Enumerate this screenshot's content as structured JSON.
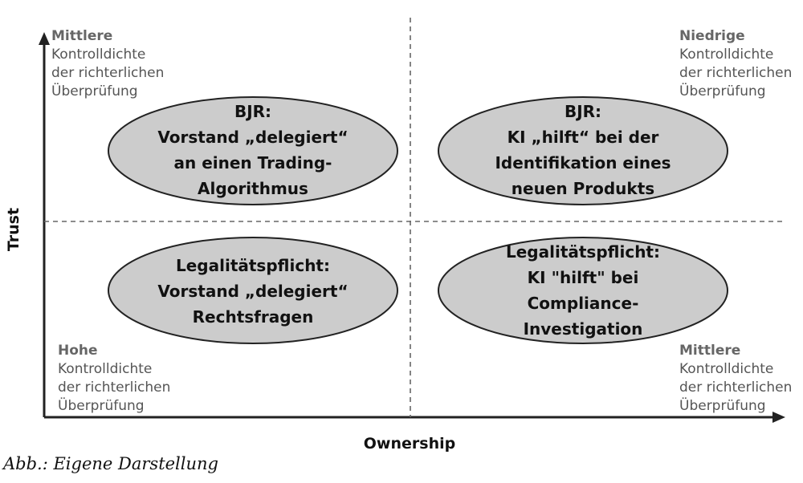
{
  "axes": {
    "y_label": "Trust",
    "x_label": "Ownership"
  },
  "corners": {
    "top_left": {
      "level": "Mittlere",
      "lines": [
        "Kontrolldichte",
        "der richterlichen",
        "Überprüfung"
      ]
    },
    "top_right": {
      "level": "Niedrige",
      "lines": [
        "Kontrolldichte",
        "der richterlichen",
        "Überprüfung"
      ]
    },
    "bottom_left": {
      "level": "Hohe",
      "lines": [
        "Kontrolldichte",
        "der richterlichen",
        "Überprüfung"
      ]
    },
    "bottom_right": {
      "level": "Mittlere",
      "lines": [
        "Kontrolldichte",
        "der richterlichen",
        "Überprüfung"
      ]
    }
  },
  "quadrants": {
    "top_left": {
      "lines": [
        "BJR:",
        "Vorstand „delegiert“",
        "an einen Trading-",
        "Algorithmus"
      ]
    },
    "top_right": {
      "lines": [
        "BJR:",
        "KI „hilft“ bei der",
        "Identifikation eines",
        "neuen Produkts"
      ]
    },
    "bottom_left": {
      "lines": [
        "Legalitätspflicht:",
        "Vorstand „delegiert“",
        "Rechtsfragen"
      ]
    },
    "bottom_right": {
      "lines": [
        "Legalitätspflicht:",
        "KI  \"hilft\" bei",
        "Compliance-",
        "Investigation"
      ]
    }
  },
  "caption": "Abb.: Eigene Darstellung",
  "colors": {
    "oval_fill": "#cccccc",
    "oval_stroke": "#222222",
    "axis": "#222222",
    "dashed": "#666666"
  }
}
